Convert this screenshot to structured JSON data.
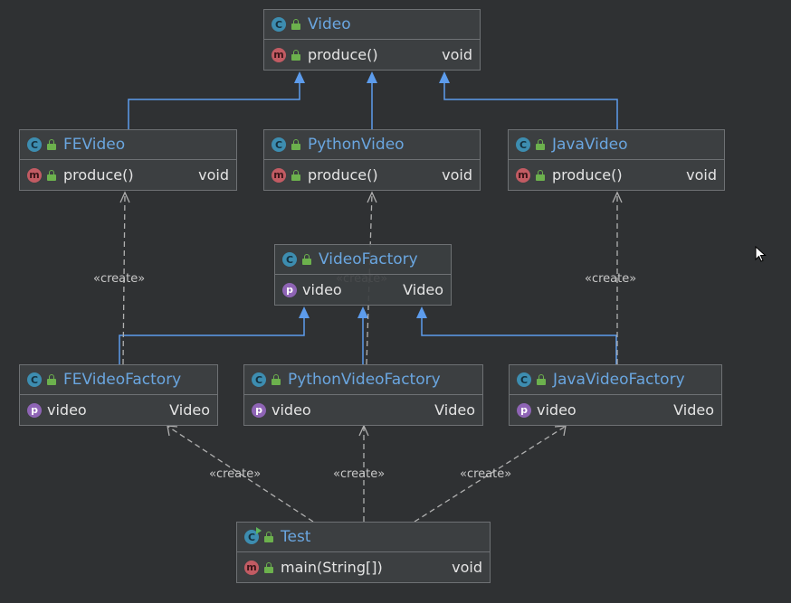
{
  "classes": {
    "video": {
      "name": "Video",
      "member": "produce()",
      "type": "void"
    },
    "fe_video": {
      "name": "FEVideo",
      "member": "produce()",
      "type": "void"
    },
    "python_video": {
      "name": "PythonVideo",
      "member": "produce()",
      "type": "void"
    },
    "java_video": {
      "name": "JavaVideo",
      "member": "produce()",
      "type": "void"
    },
    "video_factory": {
      "name": "VideoFactory",
      "member": "video",
      "type": "Video"
    },
    "fe_video_factory": {
      "name": "FEVideoFactory",
      "member": "video",
      "type": "Video"
    },
    "python_video_factory": {
      "name": "PythonVideoFactory",
      "member": "video",
      "type": "Video"
    },
    "java_video_factory": {
      "name": "JavaVideoFactory",
      "member": "video",
      "type": "Video"
    },
    "test": {
      "name": "Test",
      "member": "main(String[])",
      "type": "void"
    }
  },
  "badges": {
    "class": "C",
    "method": "m",
    "property": "p"
  },
  "relations": {
    "create_label": "«create»"
  },
  "colors": {
    "background": "#2f3133",
    "node": "#3c3f41",
    "inheritance": "#5d9cec",
    "dependency": "#b0b0b0",
    "title": "#6aa6e0"
  }
}
